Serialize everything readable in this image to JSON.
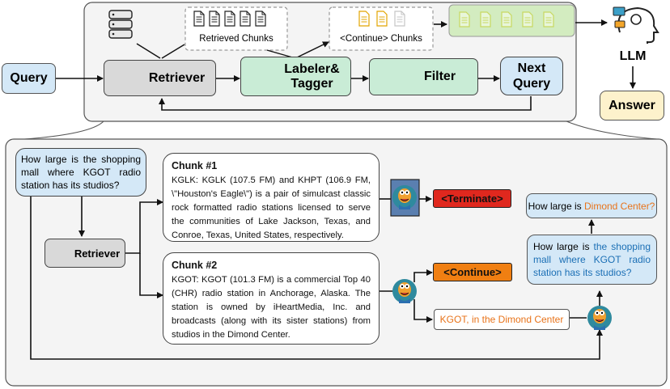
{
  "top": {
    "query_label": "Query",
    "retriever_label": "Retriever",
    "labeler_label_line1": "Labeler&",
    "labeler_label_line2": "Tagger",
    "filter_label": "Filter",
    "next_query_line1": "Next",
    "next_query_line2": "Query",
    "retrieved_chunks_label": "Retrieved Chunks",
    "continue_chunks_label": "<Continue> Chunks",
    "llm_label": "LLM",
    "answer_label": "Answer"
  },
  "example": {
    "question": "How large is the shopping mall where KGOT radio station has its studios?",
    "retriever_label": "Retriever",
    "chunk1_title": "Chunk #1",
    "chunk1_text": "KGLK: KGLK (107.5 FM) and KHPT (106.9 FM, \\\"Houston's Eagle\\\") is a pair of simulcast classic rock formatted radio stations licensed to serve the communities of Lake Jackson, Texas, and Conroe, Texas, United States, respectively.",
    "chunk2_title": "Chunk #2",
    "chunk2_text": "KGOT: KGOT (101.3 FM) is a commercial Top 40 (CHR) radio station in Anchorage, Alaska. The station is owned by iHeartMedia, Inc. and broadcasts (along with its sister stations) from studios in the Dimond Center.",
    "terminate_label": "<Terminate>",
    "continue_label": "<Continue>",
    "tag_output": "KGOT, in the Dimond Center",
    "next_q1_prefix": "How large is ",
    "next_q1_highlight": "Dimond Center?",
    "next_q2_prefix": "How large is ",
    "next_q2_highlight": "the shopping mall where KGOT radio station has its studios?"
  },
  "colors": {
    "query_fill": "#d4e8f7",
    "retriever_fill": "#d9d9d9",
    "labeler_fill": "#c9ecd6",
    "answer_fill": "#fdf2cc",
    "terminate_fill": "#e0281e",
    "continue_fill": "#f07f12",
    "chunk_green": "#d3ecc0",
    "orange_text": "#e8731a",
    "blue_text": "#1b6fb5"
  }
}
